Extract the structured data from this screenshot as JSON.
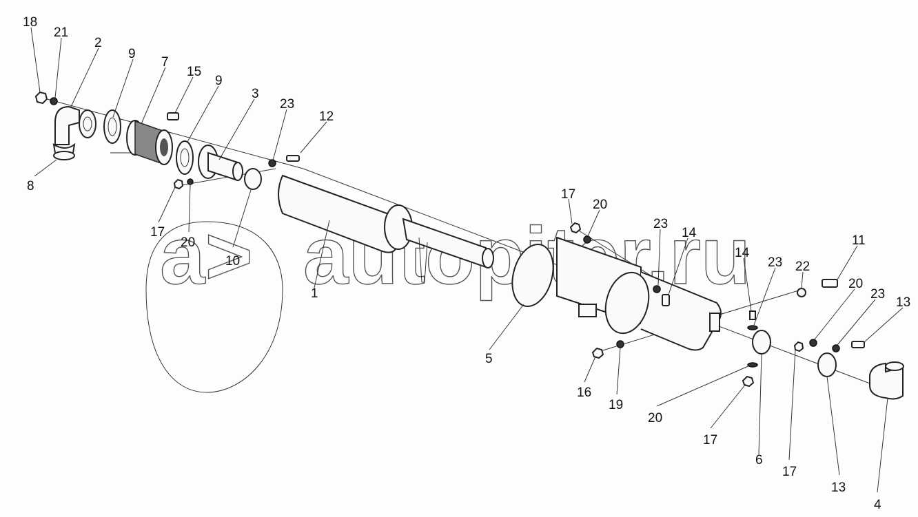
{
  "diagram": {
    "title": "Exhaust system exploded view",
    "watermark": {
      "logo_text": "a>",
      "site_text": "autopiter.ru"
    },
    "parts": [
      {
        "id": "muffler",
        "label": "1"
      },
      {
        "id": "elbow-inlet",
        "label": "2"
      },
      {
        "id": "pipe",
        "label": "3"
      },
      {
        "id": "elbow-outlet",
        "label": "4"
      },
      {
        "id": "clamp-ring",
        "label": "5"
      },
      {
        "id": "clamp-6",
        "label": "6"
      },
      {
        "id": "flex-bellows",
        "label": "7"
      },
      {
        "id": "clamp-8",
        "label": "8"
      },
      {
        "id": "gasket-9a",
        "label": "9"
      },
      {
        "id": "gasket-9b",
        "label": "9"
      },
      {
        "id": "clamp-10",
        "label": "10"
      },
      {
        "id": "clamp-11",
        "label": "11"
      },
      {
        "id": "bolt-12",
        "label": "12"
      },
      {
        "id": "bolt-13a",
        "label": "13"
      },
      {
        "id": "bolt-13b",
        "label": "13"
      },
      {
        "id": "bolt-14a",
        "label": "14"
      },
      {
        "id": "bolt-14b",
        "label": "14"
      },
      {
        "id": "bolt-15",
        "label": "15"
      },
      {
        "id": "nut-16",
        "label": "16"
      },
      {
        "id": "nut-17a",
        "label": "17"
      },
      {
        "id": "nut-17b",
        "label": "17"
      },
      {
        "id": "nut-17c",
        "label": "17"
      },
      {
        "id": "nut-17d",
        "label": "17"
      },
      {
        "id": "nut-18",
        "label": "18"
      },
      {
        "id": "washer-19",
        "label": "19"
      },
      {
        "id": "washer-20a",
        "label": "20"
      },
      {
        "id": "washer-20b",
        "label": "20"
      },
      {
        "id": "washer-20c",
        "label": "20"
      },
      {
        "id": "washer-20d",
        "label": "20"
      },
      {
        "id": "washer-21",
        "label": "21"
      },
      {
        "id": "washer-22",
        "label": "22"
      },
      {
        "id": "washer-23a",
        "label": "23"
      },
      {
        "id": "washer-23b",
        "label": "23"
      },
      {
        "id": "washer-23c",
        "label": "23"
      },
      {
        "id": "washer-23d",
        "label": "23"
      }
    ]
  }
}
